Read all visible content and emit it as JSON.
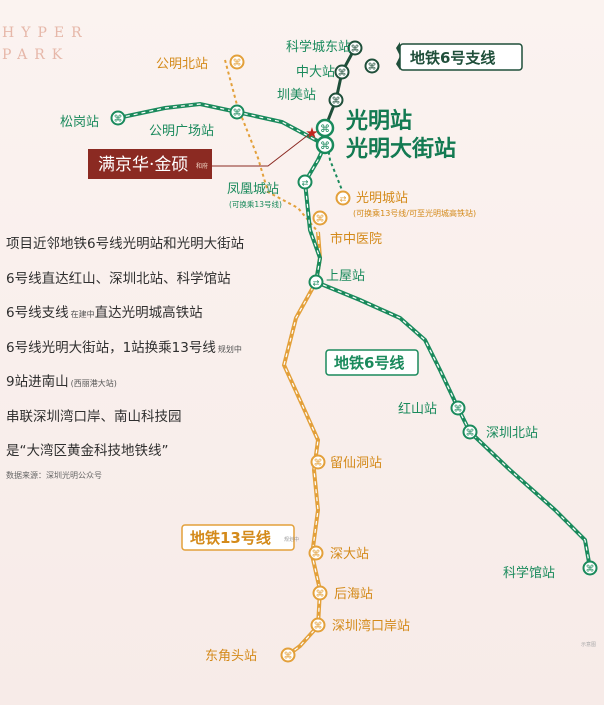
{
  "logo": {
    "line1": "HYPER",
    "line2": "PARK"
  },
  "colors": {
    "line6": "#1a8a5c",
    "line13": "#e3a03a",
    "project": "#8b2a22",
    "text": "#2f2f2f"
  },
  "lines": {
    "line6": "地铁6号线",
    "line6_branch": "地铁6号支线",
    "line13": "地铁13号线",
    "line13_tag": "规划中"
  },
  "stations": {
    "kexuecheng_dong": "科学城东站",
    "zhongda": "中大站",
    "chengmei": "圳美站",
    "guangming": "光明站",
    "guangming_dajie": "光明大街站",
    "gongming_bei": "公明北站",
    "songgang": "松岗站",
    "gongming_guangchang": "公明广场站",
    "fenghuangcheng": "凤凰城站",
    "fenghuangcheng_note": "(可换乘13号线)",
    "guangmingcheng": "光明城站",
    "guangmingcheng_note": "(可换乘13号线/可至光明城高铁站)",
    "shizhong_yiyuan": "市中医院",
    "shangwu": "上屋站",
    "hongshan": "红山站",
    "shenzhen_bei": "深圳北站",
    "kexueguan": "科学馆站",
    "liuxiandong": "留仙洞站",
    "shenda": "深大站",
    "houhai": "后海站",
    "shenzhenwan_kouan": "深圳湾口岸站",
    "dongjiaotou": "东角头站"
  },
  "project": {
    "name": "满京华·金硕",
    "tag": "和府"
  },
  "description": {
    "l1": "项目近邻地铁6号线光明站和光明大街站",
    "l2": "6号线直达红山、深圳北站、科学馆站",
    "l3a": "6号线支线",
    "l3tag": "在建中",
    "l3b": "直达光明城高铁站",
    "l4a": "6号线光明大街站，1站换乘13号线",
    "l4tag": "规划中",
    "l5a": "9站进南山",
    "l5tag": "(西丽港大站)",
    "l6": "串联深圳湾口岸、南山科技园",
    "l7": "是“大湾区黄金科技地铁线”",
    "source": "数据来源：深圳光明公众号"
  },
  "corner_note": "示意图"
}
